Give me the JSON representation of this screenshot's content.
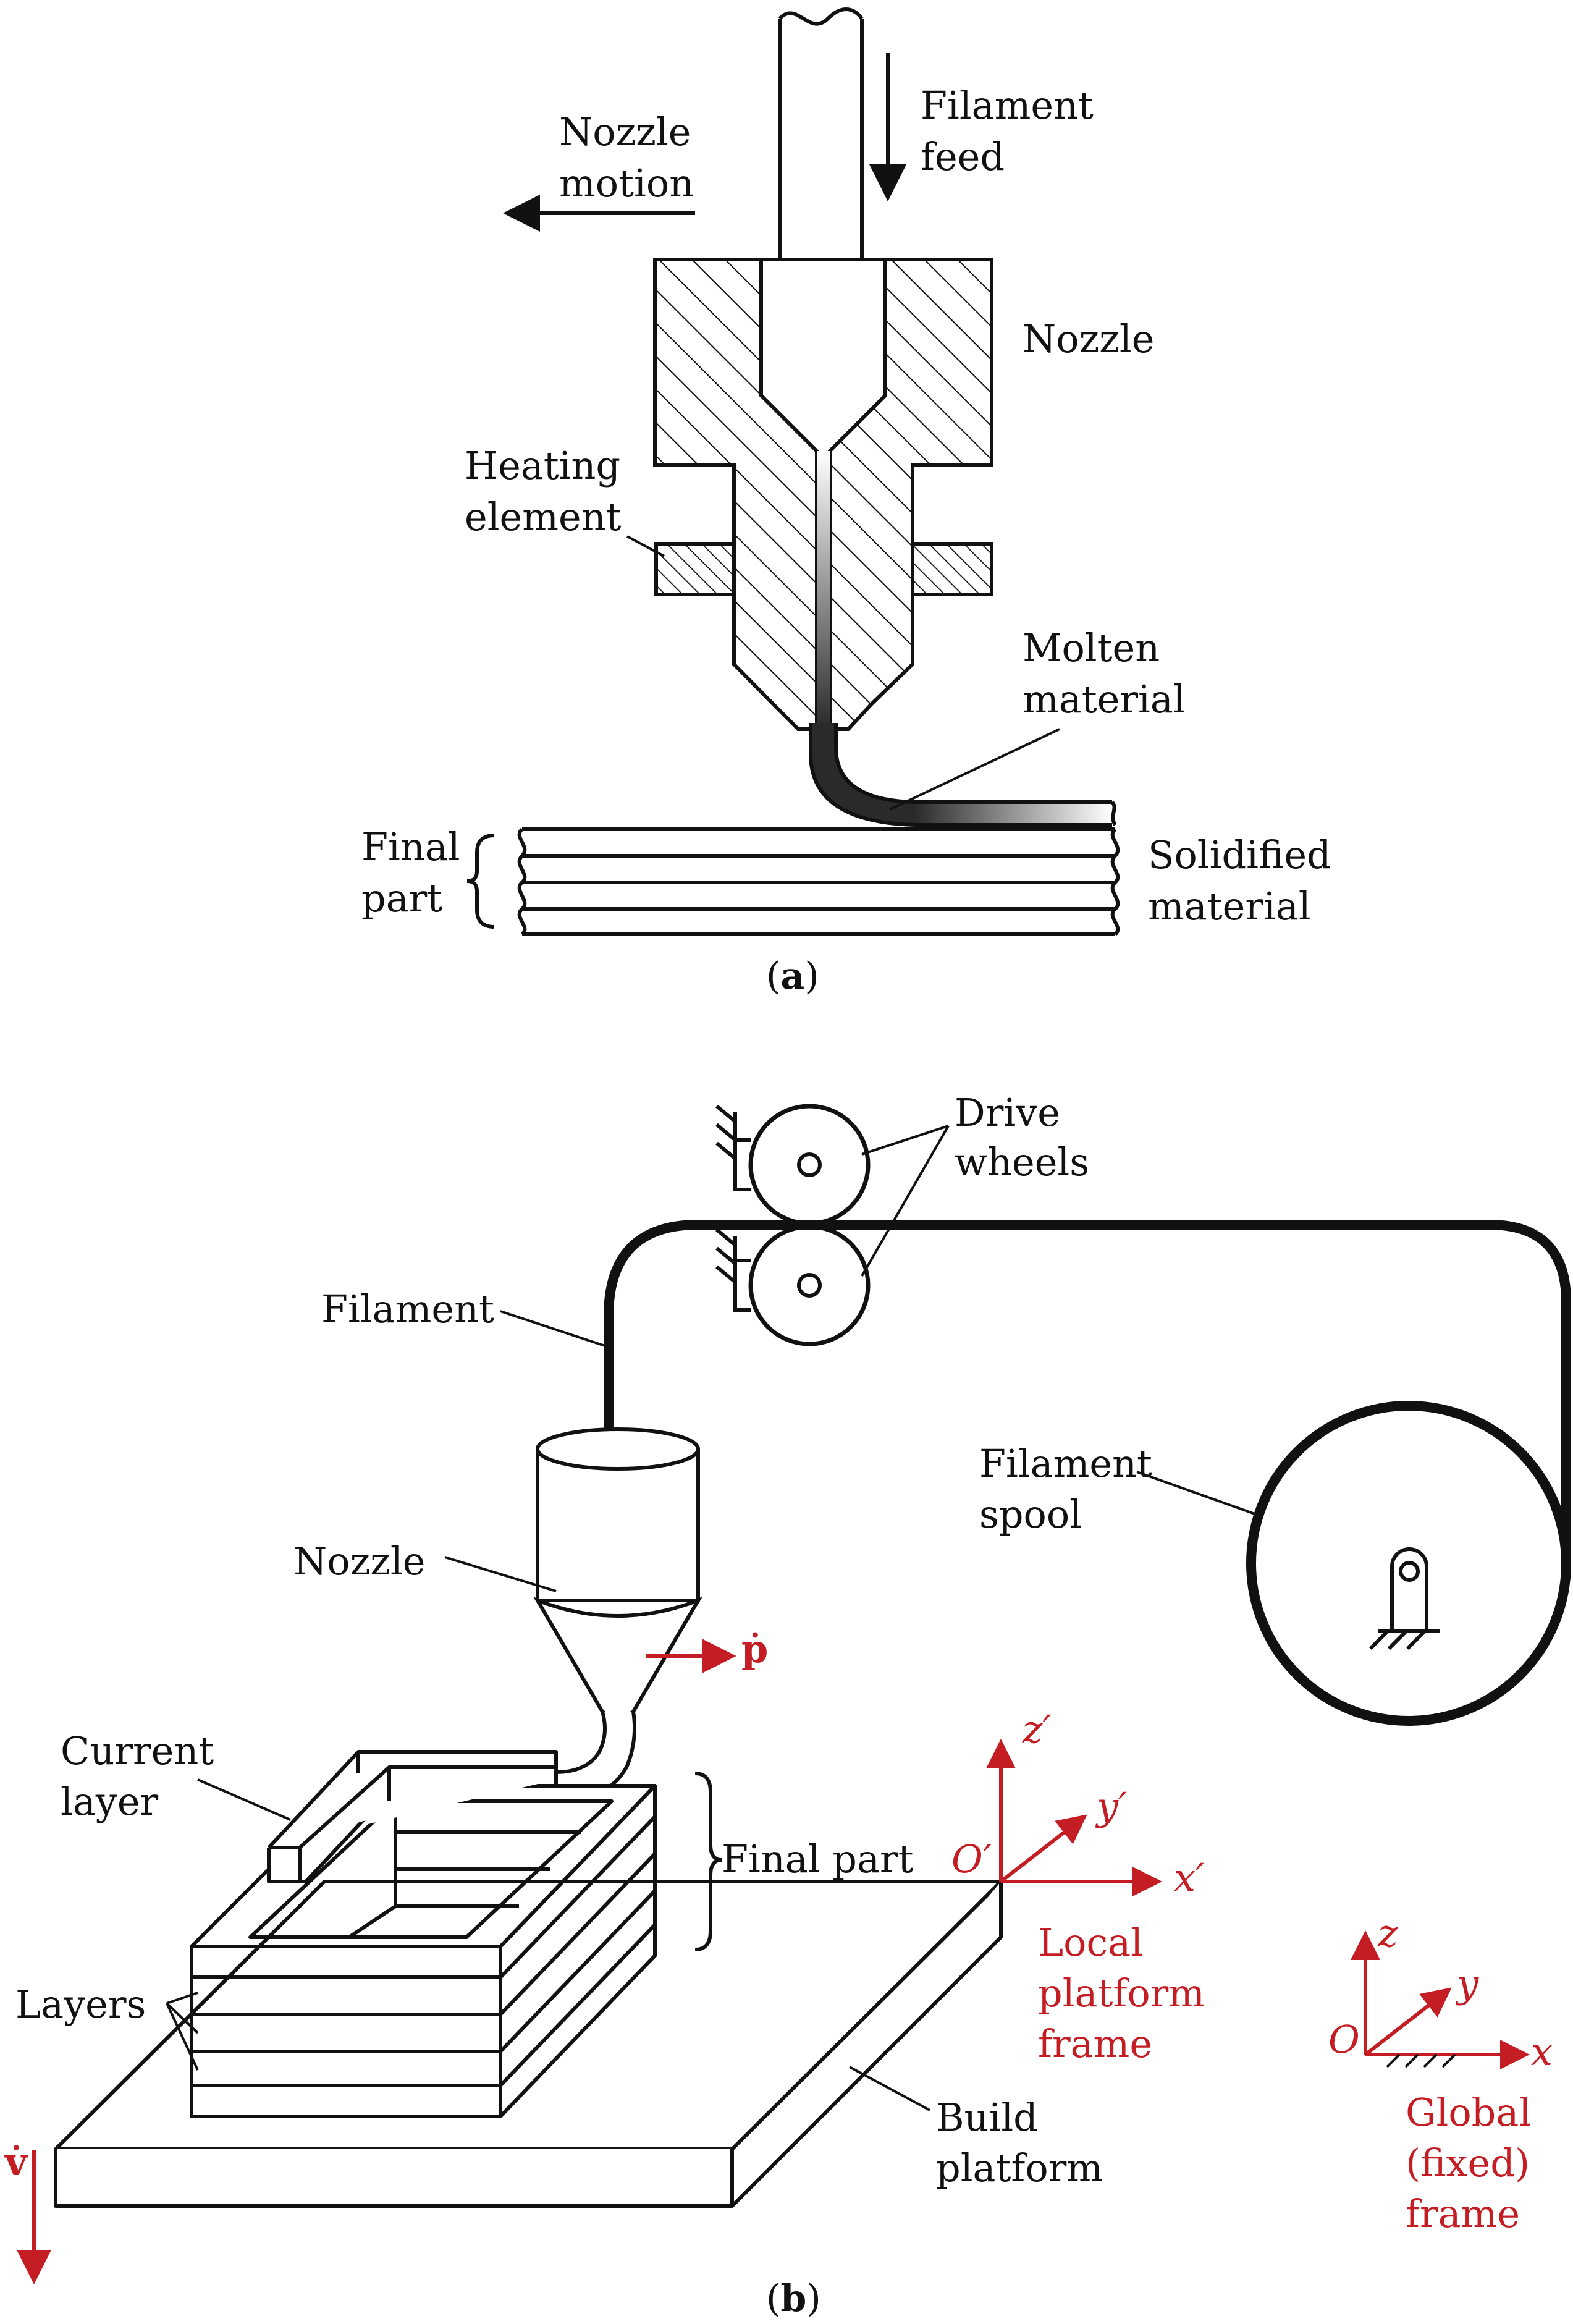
{
  "colors": {
    "ink": "#111111",
    "accent_red": "#c41e24",
    "background": "#ffffff"
  },
  "panel_a": {
    "nozzle_motion": [
      "Nozzle",
      "motion"
    ],
    "filament_feed": [
      "Filament",
      "feed"
    ],
    "nozzle": "Nozzle",
    "heating_element": [
      "Heating",
      "element"
    ],
    "molten_material": [
      "Molten",
      "material"
    ],
    "final_part": [
      "Final",
      "part"
    ],
    "solidified_material": [
      "Solidified",
      "material"
    ],
    "caption": {
      "open": "(",
      "letter": "a",
      "close": ")"
    }
  },
  "panel_b": {
    "drive_wheels": [
      "Drive",
      "wheels"
    ],
    "filament": "Filament",
    "filament_spool": [
      "Filament",
      "spool"
    ],
    "nozzle": "Nozzle",
    "p_dot": "ṗ",
    "current_layer": [
      "Current",
      "layer"
    ],
    "final_part": "Final part",
    "layers": "Layers",
    "build_platform": [
      "Build",
      "platform"
    ],
    "v_dot": "v̇",
    "local_frame": {
      "origin": "O′",
      "x": "x′",
      "y": "y′",
      "z": "z′",
      "label": [
        "Local",
        "platform",
        "frame"
      ]
    },
    "global_frame": {
      "origin": "O",
      "x": "x",
      "y": "y",
      "z": "z",
      "label": [
        "Global",
        "(fixed)",
        "frame"
      ]
    },
    "caption": {
      "open": "(",
      "letter": "b",
      "close": ")"
    }
  }
}
